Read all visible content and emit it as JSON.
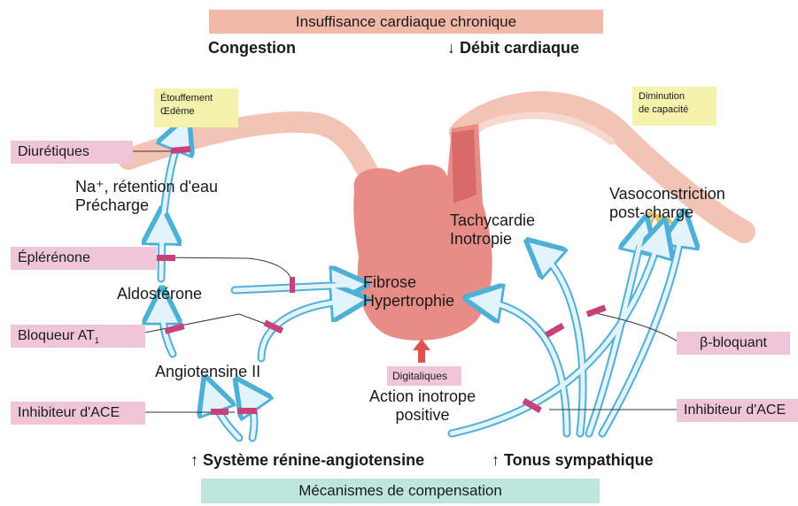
{
  "top_banner": "Insuffisance cardiaque chronique",
  "bottom_banner": "Mécanismes de compensation",
  "congestion": "Congestion",
  "debit": "↓ Débit cardiaque",
  "symptoms": {
    "line1": "Étouffement",
    "line2": "Œdème"
  },
  "capacity": {
    "line1": "Diminution",
    "line2": "de capacité"
  },
  "na_retention": {
    "line1": "Na⁺, rétention d'eau",
    "line2": "Précharge"
  },
  "aldosterone": "Aldostérone",
  "angiotensine": "Angiotensine II",
  "raas": "↑ Système rénine-angiotensine",
  "sympathetic": "↑ Tonus sympathique",
  "fibrose": {
    "line1": "Fibrose",
    "line2": "Hypertrophie"
  },
  "tachy": {
    "line1": "Tachycardie",
    "line2": "Inotropie"
  },
  "vaso": {
    "line1": "Vasoconstriction",
    "line2": "post-charge"
  },
  "action": {
    "line1": "Action inotrope",
    "line2": "positive"
  },
  "drugs": {
    "diuretiques": "Diurétiques",
    "eplerenone": "Éplérénone",
    "bloqueur": "Bloqueur AT",
    "bloqueur_sub": "1",
    "inhibiteur_left": "Inhibiteur d'ACE",
    "beta": "β-bloquant",
    "inhibiteur_right": "Inhibiteur d'ACE",
    "digitaliques": "Digitaliques"
  },
  "colors": {
    "banner_top": "#f2b9a8",
    "banner_bottom": "#bfe6dd",
    "drug_box": "#efc6d8",
    "symptom_box": "#f5f2ae",
    "heart": "#e78c86",
    "vessel": "#f3c3b6",
    "arrow_fill": "#e3f3fb",
    "arrow_stroke": "#4fb0d6",
    "block_bar": "#c7417a"
  }
}
